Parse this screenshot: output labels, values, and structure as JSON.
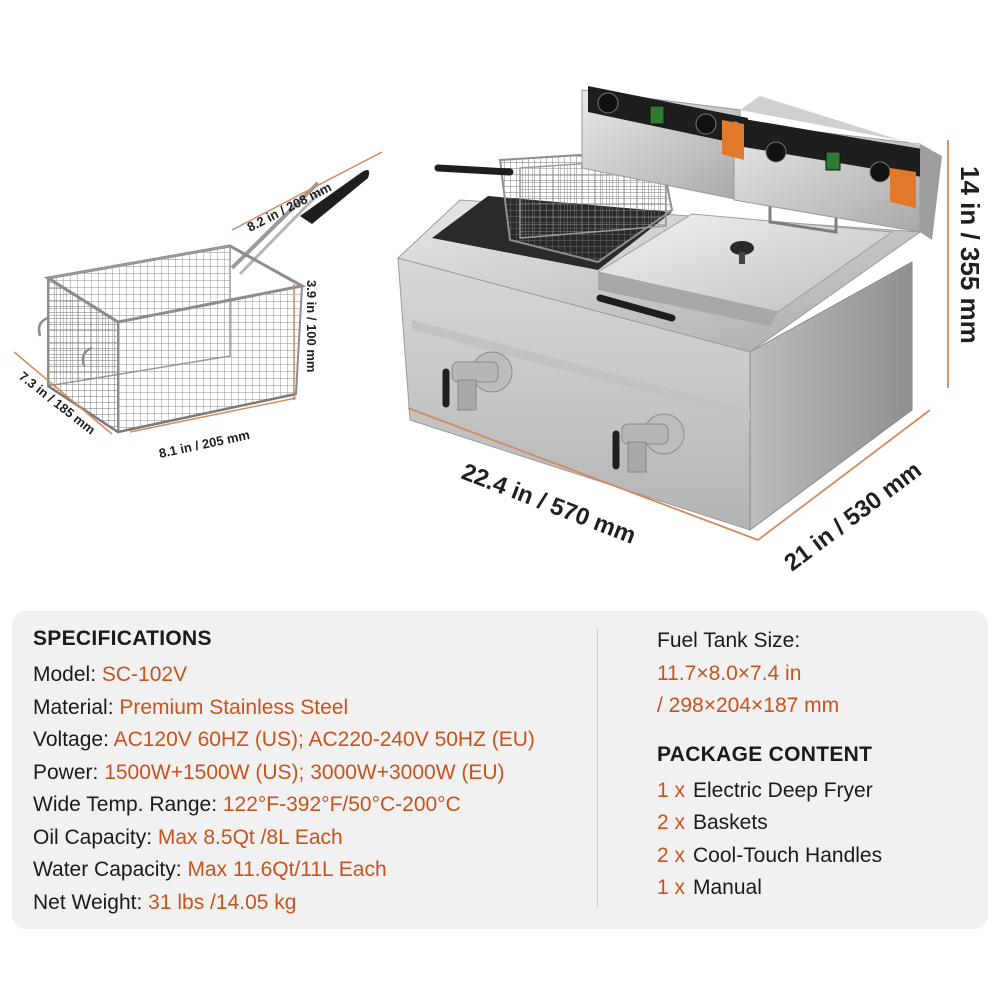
{
  "dimensions": {
    "basket_handle": "8.2 in / 208 mm",
    "basket_height": "3.9 in / 100 mm",
    "basket_depth": "7.3 in / 185 mm",
    "basket_width": "8.1 in / 205 mm",
    "fryer_width": "22.4 in / 570 mm",
    "fryer_depth": "21 in / 530 mm",
    "fryer_height": "14 in / 355 mm"
  },
  "colors": {
    "accent": "#c8531c",
    "panel": "#f1f1f1",
    "text": "#1a1a1a"
  },
  "specifications": {
    "title": "SPECIFICATIONS",
    "items": [
      {
        "label": "Model: ",
        "value": "SC-102V"
      },
      {
        "label": "Material: ",
        "value": "Premium Stainless Steel"
      },
      {
        "label": "Voltage: ",
        "value": "AC120V 60HZ (US); AC220-240V 50HZ (EU)"
      },
      {
        "label": "Power: ",
        "value": "1500W+1500W (US); 3000W+3000W (EU)"
      },
      {
        "label": "Wide Temp. Range: ",
        "value": "122°F-392°F/50°C-200°C"
      },
      {
        "label": "Oil Capacity: ",
        "value": "Max 8.5Qt /8L Each"
      },
      {
        "label": "Water Capacity: ",
        "value": "Max 11.6Qt/11L Each"
      },
      {
        "label": "Net Weight: ",
        "value": "31 lbs /14.05 kg"
      }
    ]
  },
  "fuel_tank": {
    "label": "Fuel Tank Size:",
    "value_line1": "11.7×8.0×7.4 in",
    "value_line2": "/ 298×204×187 mm"
  },
  "package": {
    "title": "PACKAGE CONTENT",
    "items": [
      {
        "qty": "1  x",
        "name": "Electric Deep Fryer"
      },
      {
        "qty": "2  x",
        "name": "Baskets"
      },
      {
        "qty": "2  x",
        "name": "Cool-Touch Handles"
      },
      {
        "qty": "1  x",
        "name": "Manual"
      }
    ]
  }
}
